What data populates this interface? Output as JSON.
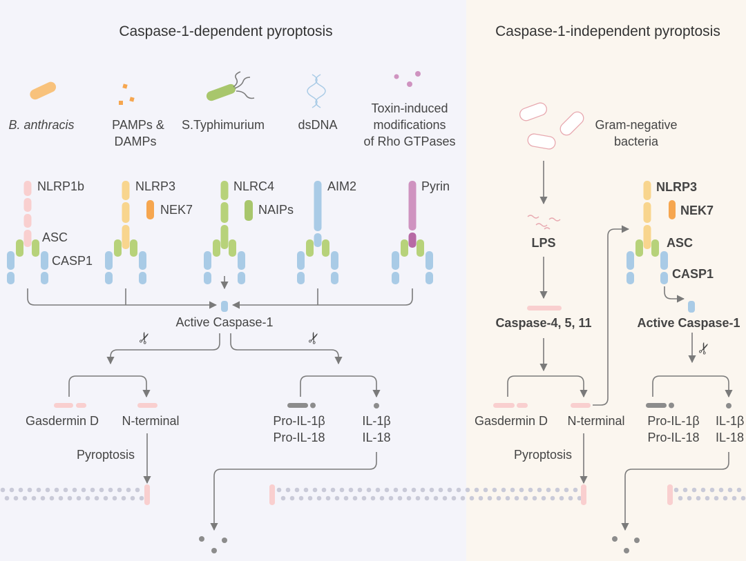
{
  "left_panel": {
    "title": "Caspase-1-dependent pyroptosis",
    "triggers": [
      {
        "label": "B. anthracis",
        "sensor": "NLRP1b"
      },
      {
        "label_lines": [
          "PAMPs &",
          "DAMPs"
        ],
        "sensor": "NLRP3",
        "partner": "NEK7"
      },
      {
        "label": "S.Typhimurium",
        "sensor": "NLRC4",
        "partner": "NAIPs"
      },
      {
        "label": "dsDNA",
        "sensor": "AIM2"
      },
      {
        "label_lines": [
          "Toxin-induced",
          "modifications",
          "of Rho GTPases"
        ],
        "sensor": "Pyrin"
      }
    ],
    "asc_label": "ASC",
    "casp1_label": "CASP1",
    "active_caspase": "Active Caspase-1",
    "gasdermin": "Gasdermin D",
    "n_terminal": "N-terminal",
    "pyroptosis": "Pyroptosis",
    "pro_il": [
      "Pro-IL-1β",
      "Pro-IL-18"
    ],
    "il": [
      "IL-1β",
      "IL-18"
    ]
  },
  "right_panel": {
    "title": "Caspase-1-independent pyroptosis",
    "bacteria_lines": [
      "Gram-negative",
      "bacteria"
    ],
    "lps": "LPS",
    "caspases": "Caspase-4, 5, 11",
    "sensor": "NLRP3",
    "partner": "NEK7",
    "asc_label": "ASC",
    "casp1_label": "CASP1",
    "active_caspase": "Active Caspase-1",
    "gasdermin": "Gasdermin D",
    "n_terminal": "N-terminal",
    "pyroptosis": "Pyroptosis",
    "pro_il": [
      "Pro-IL-1β",
      "Pro-IL-18"
    ],
    "il": [
      "IL-1β",
      "IL-18"
    ]
  },
  "colors": {
    "left_bg": "#f4f4fa",
    "right_bg": "#fbf6ef",
    "nlrp1b": "#f9cfcf",
    "nlrp3": "#f8d58e",
    "nek7": "#f6a64f",
    "nlrc4": "#b7d27a",
    "aim2": "#a9cbe6",
    "pyrin": "#cf93c0",
    "asc": "#b7d27a",
    "casp1": "#a9cbe6",
    "gasdermin": "#f9cfcf",
    "cytokine": "#8c8c8c",
    "arrow": "#7a7a7a"
  }
}
